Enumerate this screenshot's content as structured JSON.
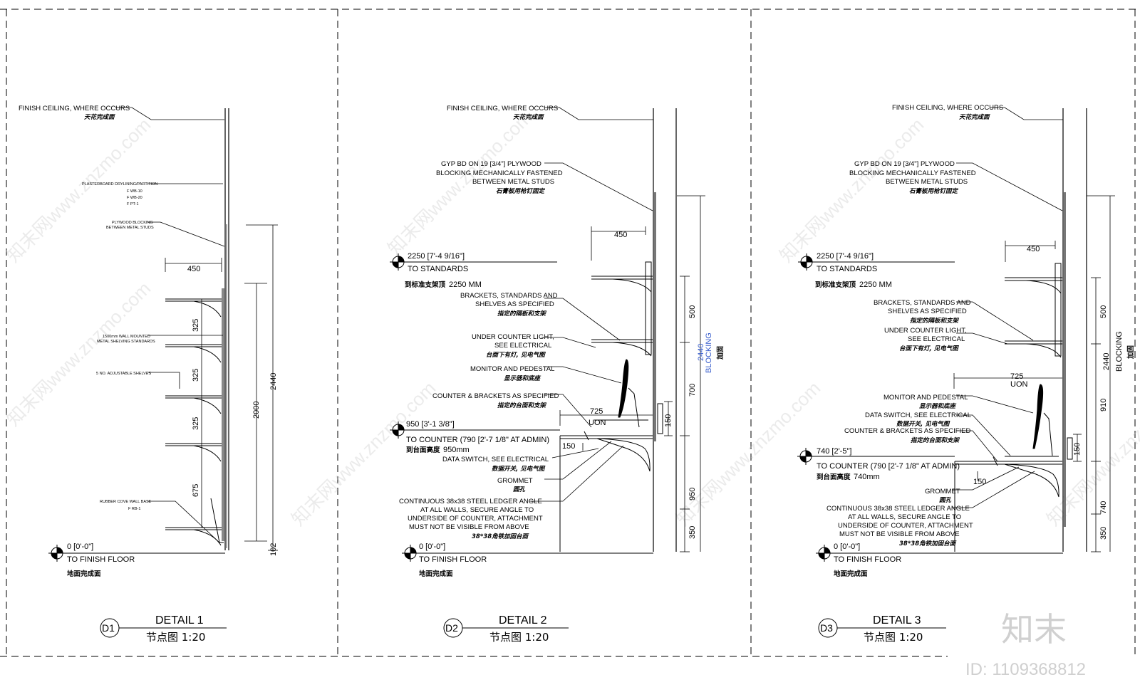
{
  "sheet": {
    "details": [
      {
        "tag": "D1",
        "title": "DETAIL 1",
        "subtitle": "节点图 1:20",
        "ceiling": {
          "en": "FINISH CEILING, WHERE OCCURS",
          "zh": "天花完成面"
        },
        "plasterboard": {
          "en": "PLASTERBOARD DRYLINING/PARTITION",
          "tags": [
            "F WB-10",
            "F WB-20",
            "F PT-1"
          ]
        },
        "plywood": {
          "en1": "PLYWOOD BLOCKING",
          "en2": "BETWEEN METAL STUDS"
        },
        "standards": {
          "en1": "1500mm WALL MOUNTED",
          "en2": "METAL SHELVING STANDARDS"
        },
        "shelves": {
          "en": "5 NO. ADJUSTABLE SHELVES"
        },
        "cove": {
          "en": "RUBBER COVE WALL BASE",
          "tag": "F RB-1"
        },
        "floor": {
          "level": "0 [0'-0\"]",
          "label": "TO FINISH FLOOR",
          "zh": "地面完成面"
        },
        "dims": {
          "depth": "450",
          "s1": "325",
          "s2": "325",
          "s3": "325",
          "s4": "675",
          "h1": "2000",
          "h2": "2440",
          "base": "102"
        }
      },
      {
        "tag": "D2",
        "title": "DETAIL 2",
        "subtitle": "节点图 1:20",
        "ceiling": {
          "en": "FINISH CEILING, WHERE OCCURS",
          "zh": "天花完成面"
        },
        "gyp": {
          "en1": "GYP BD ON 19 [3/4\"] PLYWOOD",
          "en2": "BLOCKING MECHANICALLY FASTENED",
          "en3": "BETWEEN METAL STUDS",
          "zh": "石膏板用枪钉固定"
        },
        "std_level": {
          "level": "2250 [7'-4 9/16\"]",
          "label": "TO STANDARDS",
          "zh": "到标准支架顶",
          "mm": "2250 MM"
        },
        "brackets": {
          "en1": "BRACKETS, STANDARDS AND",
          "en2": "SHELVES AS SPECIFIED",
          "zh": "指定的隔板和支架"
        },
        "light": {
          "en1": "UNDER COUNTER LIGHT,",
          "en2": "SEE ELECTRICAL",
          "zh": "台面下有灯, 见电气图"
        },
        "monitor": {
          "en": "MONITOR AND PEDESTAL",
          "zh": "显示器和底座"
        },
        "counter_br": {
          "en": "COUNTER & BRACKETS AS SPECIFIED",
          "zh": "指定的台面和支架"
        },
        "counter_level": {
          "level": "950 [3'-1 3/8\"]",
          "label": "TO COUNTER (790 [2'-7 1/8\" AT ADMIN)",
          "zh": "到台面高度",
          "mm": "950mm"
        },
        "data": {
          "en": "DATA SWITCH, SEE ELECTRICAL",
          "zh": "数据开关, 见电气图"
        },
        "grommet": {
          "en": "GROMMET",
          "zh": "圆孔"
        },
        "ledger": {
          "en1": "CONTINUOUS 38x38 STEEL LEDGER ANGLE",
          "en2": "AT ALL WALLS, SECURE ANGLE TO",
          "en3": "UNDERSIDE OF COUNTER, ATTACHMENT",
          "en4": "MUST NOT BE VISIBLE FROM ABOVE",
          "zh": "38*38角铁加固台面"
        },
        "floor": {
          "level": "0 [0'-0\"]",
          "label": "TO FINISH FLOOR",
          "zh": "地面完成面"
        },
        "dims": {
          "depth": "450",
          "counter": "725",
          "uon": "UON",
          "c150": "150",
          "v150": "150",
          "d500": "500",
          "d700": "700",
          "d950": "950",
          "d350": "350",
          "total": "2440",
          "blocking": "BLOCKING",
          "jiagu": "加固"
        }
      },
      {
        "tag": "D3",
        "title": "DETAIL 3",
        "subtitle": "节点图 1:20",
        "ceiling": {
          "en": "FINISH CEILING, WHERE OCCURS",
          "zh": "天花完成面"
        },
        "gyp": {
          "en1": "GYP BD ON 19 [3/4\"] PLYWOOD",
          "en2": "BLOCKING MECHANICALLY FASTENED",
          "en3": "BETWEEN METAL STUDS",
          "zh": "石膏板用枪钉固定"
        },
        "std_level": {
          "level": "2250 [7'-4 9/16\"]",
          "label": "TO STANDARDS",
          "zh": "到标准支架顶",
          "mm": "2250 MM"
        },
        "brackets": {
          "en1": "BRACKETS, STANDARDS AND",
          "en2": "SHELVES AS SPECIFIED",
          "zh": "指定的隔板和支架"
        },
        "light": {
          "en1": "UNDER COUNTER LIGHT,",
          "en2": "SEE ELECTRICAL",
          "zh": "台面下有灯, 见电气图"
        },
        "monitor": {
          "en": "MONITOR AND PEDESTAL",
          "zh": "显示器和底座"
        },
        "data": {
          "en": "DATA SWITCH, SEE ELECTRICAL",
          "zh": "数据开关, 见电气图"
        },
        "counter_br": {
          "en": "COUNTER & BRACKETS AS SPECIFIED",
          "zh": "指定的台面和支架"
        },
        "counter_level": {
          "level": "740 [2'-5\"]",
          "label": "TO COUNTER (790 [2'-7 1/8\" AT ADMIN)",
          "zh": "到台面高度",
          "mm": "740mm"
        },
        "grommet": {
          "en": "GROMMET",
          "zh": "圆孔"
        },
        "ledger": {
          "en1": "CONTINUOUS 38x38 STEEL LEDGER ANGLE",
          "en2": "AT ALL WALLS, SECURE ANGLE TO",
          "en3": "UNDERSIDE OF COUNTER, ATTACHMENT",
          "en4": "MUST NOT BE VISIBLE FROM ABOVE",
          "zh": "38*38角铁加固台面"
        },
        "floor": {
          "level": "0 [0'-0\"]",
          "label": "TO FINISH FLOOR",
          "zh": "地面完成面"
        },
        "dims": {
          "depth": "450",
          "counter": "725",
          "uon": "UON",
          "c150": "150",
          "v150": "150",
          "d500": "500",
          "d910": "910",
          "d740": "740",
          "d350": "350",
          "total": "2440",
          "blocking": "BLOCKING",
          "jiagu": "加固"
        }
      }
    ]
  },
  "watermark": {
    "text": "知末网www.znzmo.com",
    "brand": "知末",
    "id": "ID: 1109368812"
  }
}
